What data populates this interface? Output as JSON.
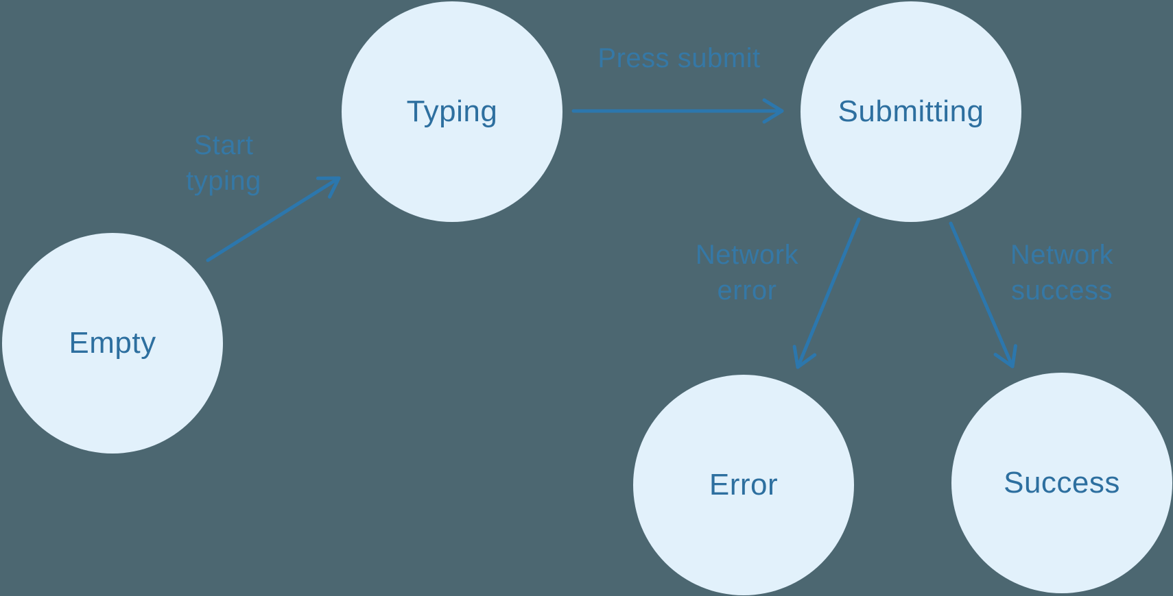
{
  "diagram": {
    "type": "state-machine",
    "colors": {
      "background": "#4c6771",
      "node_fill": "#e2f1fb",
      "node_text": "#2d6f9f",
      "arrow": "#2c77ad",
      "edge_label_text": "#3578a6"
    },
    "nodes": [
      {
        "id": "empty",
        "label": "Empty"
      },
      {
        "id": "typing",
        "label": "Typing"
      },
      {
        "id": "submitting",
        "label": "Submitting"
      },
      {
        "id": "error",
        "label": "Error"
      },
      {
        "id": "success",
        "label": "Success"
      }
    ],
    "edges": [
      {
        "from": "empty",
        "to": "typing",
        "label": "Start typing",
        "label_lines": [
          "Start",
          "typing"
        ]
      },
      {
        "from": "typing",
        "to": "submitting",
        "label": "Press submit",
        "label_lines": [
          "Press submit"
        ]
      },
      {
        "from": "submitting",
        "to": "error",
        "label": "Network error",
        "label_lines": [
          "Network",
          "error"
        ]
      },
      {
        "from": "submitting",
        "to": "success",
        "label": "Network success",
        "label_lines": [
          "Network",
          "success"
        ]
      }
    ]
  }
}
